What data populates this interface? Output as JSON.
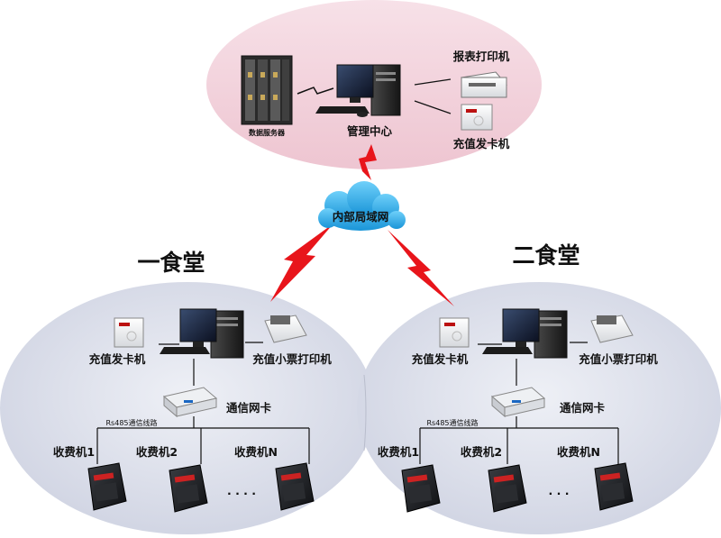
{
  "center": {
    "server_label": "数据服务器",
    "pc_label": "管理中心",
    "report_printer_label": "报表打印机",
    "card_machine_label": "充值发卡机"
  },
  "network": {
    "label": "内部局域网"
  },
  "canteen1": {
    "title": "一食堂",
    "card_machine_label": "充值发卡机",
    "receipt_printer_label": "充值小票打印机",
    "network_card_label": "通信网卡",
    "bus_label": "Rs485通信线路",
    "terminal1_label": "收费机1",
    "terminal2_label": "收费机2",
    "terminalN_label": "收费机N",
    "ellipsis": "· · · ·"
  },
  "canteen2": {
    "title": "二食堂",
    "card_machine_label": "充值发卡机",
    "receipt_printer_label": "充值小票打印机",
    "network_card_label": "通信网卡",
    "bus_label": "Rs485通信线路",
    "terminal1_label": "收费机1",
    "terminal2_label": "收费机2",
    "terminalN_label": "收费机N",
    "ellipsis": "· · ·"
  },
  "colors": {
    "center_fill": "#f2d3dc",
    "canteen_fill": "#d5d9e6",
    "lightning": "#e8151b",
    "cloud": "#2bb0ec"
  }
}
